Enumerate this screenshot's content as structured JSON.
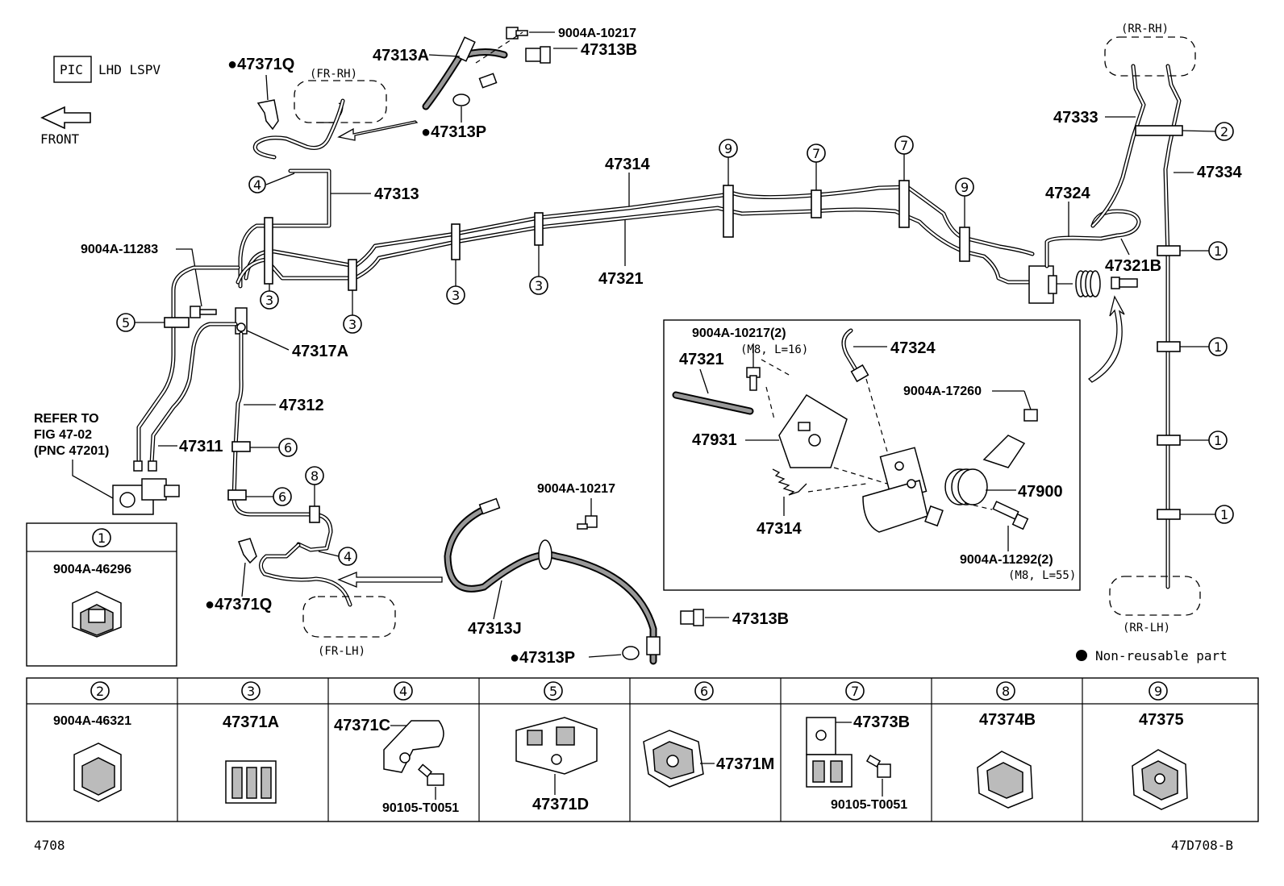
{
  "header": {
    "pic_label": "PIC",
    "pic_note": "LHD LSPV",
    "front_label": "FRONT"
  },
  "regions": {
    "fr_rh": "(FR-RH)",
    "fr_lh": "(FR-LH)",
    "rr_rh": "(RR-RH)",
    "rr_lh": "(RR-LH)"
  },
  "refer": {
    "line1": "REFER TO",
    "line2": "FIG 47-02",
    "line3": "(PNC 47201)"
  },
  "parts": {
    "p47313A": "47313A",
    "p9004A10217_top": "9004A-10217",
    "p47313B_top": "47313B",
    "p47371Q_top": "47371Q",
    "p47313P_top": "47313P",
    "p47313": "47313",
    "p47314": "47314",
    "p47321": "47321",
    "p47333": "47333",
    "p47334": "47334",
    "p47324": "47324",
    "p47321B": "47321B",
    "p9004A11283": "9004A-11283",
    "p47317A": "47317A",
    "p47312": "47312",
    "p47311": "47311",
    "p47371Q_bot": "47371Q",
    "p9004A10217_mid": "9004A-10217",
    "p47313J": "47313J",
    "p47313B_bot": "47313B",
    "p47313P_bot": "47313P"
  },
  "lspv_detail": {
    "bolt_top": "9004A-10217(2)",
    "bolt_top_spec": "(M8, L=16)",
    "pipe_47324": "47324",
    "pipe_47321": "47321",
    "nut": "9004A-17260",
    "bracket": "47931",
    "valve": "47900",
    "spring": "47314",
    "bolt_bot": "9004A-11292(2)",
    "bolt_bot_spec": "(M8, L=55)"
  },
  "callouts": {
    "c1": "1",
    "c2": "2",
    "c3": "3",
    "c4": "4",
    "c5": "5",
    "c6": "6",
    "c7": "7",
    "c8": "8",
    "c9": "9"
  },
  "legend": {
    "non_reusable": "Non-reusable part",
    "dot": "●"
  },
  "clip_table": [
    {
      "num": "1",
      "parts": [
        "9004A-46296"
      ]
    },
    {
      "num": "2",
      "parts": [
        "9004A-46321"
      ]
    },
    {
      "num": "3",
      "parts": [
        "47371A"
      ]
    },
    {
      "num": "4",
      "parts": [
        "47371C",
        "90105-T0051"
      ]
    },
    {
      "num": "5",
      "parts": [
        "47371D"
      ]
    },
    {
      "num": "6",
      "parts": [
        "47371M"
      ]
    },
    {
      "num": "7",
      "parts": [
        "47373B",
        "90105-T0051"
      ]
    },
    {
      "num": "8",
      "parts": [
        "47374B"
      ]
    },
    {
      "num": "9",
      "parts": [
        "47375"
      ]
    }
  ],
  "footer": {
    "left": "4708",
    "right": "47D708-B"
  }
}
